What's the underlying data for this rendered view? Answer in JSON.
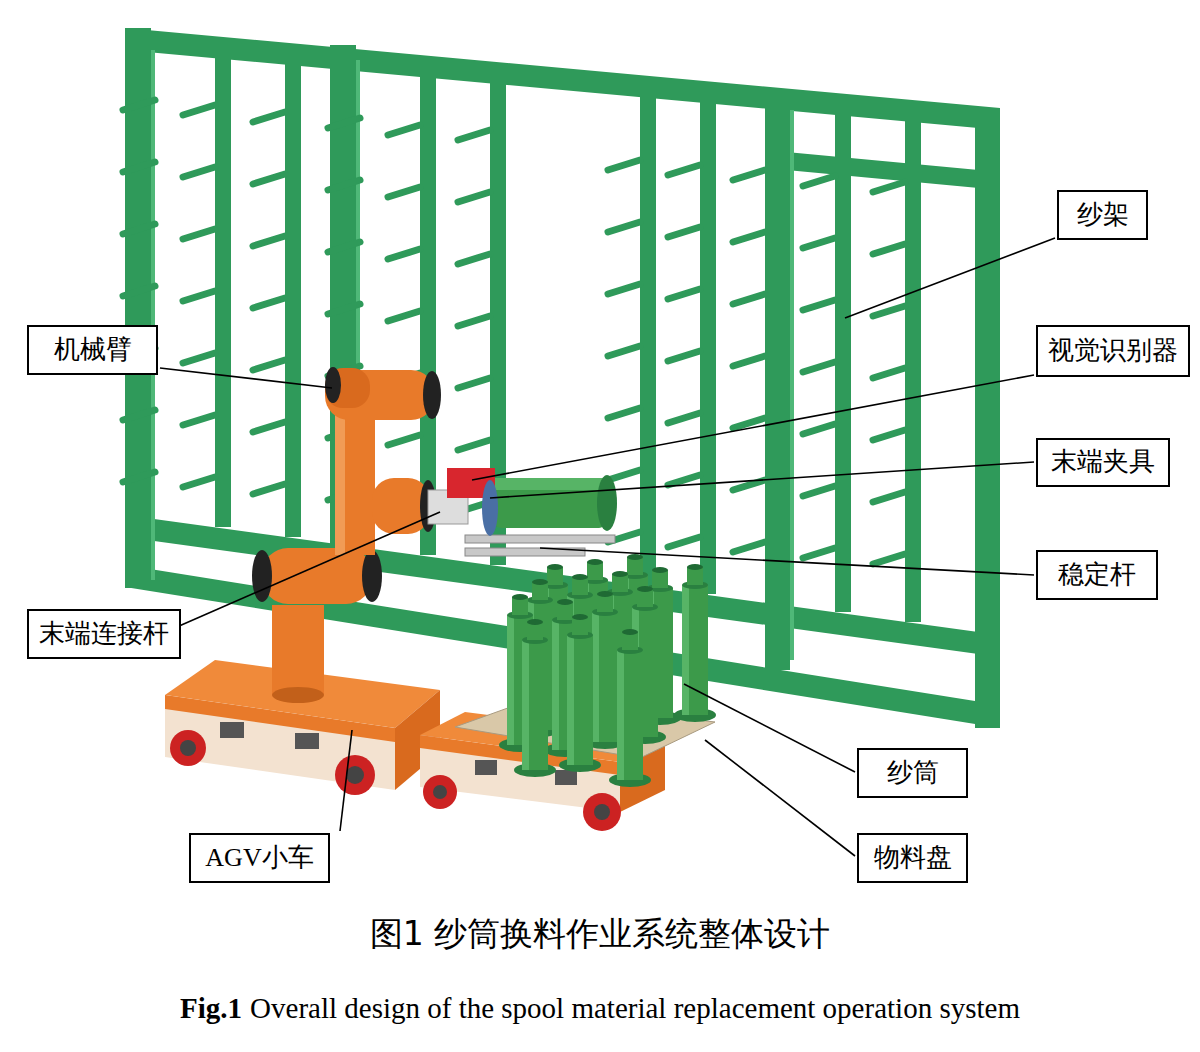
{
  "diagram": {
    "caption": "图1 纱筒换料作业系统整体设计",
    "nodes": [
      {
        "text": [
          "纱架"
        ]
      },
      {
        "text": [
          "机械臂"
        ]
      },
      {
        "text": [
          "视觉识别器"
        ]
      },
      {
        "text": [
          "末端夹具"
        ]
      },
      {
        "text": [
          "稳定杆"
        ]
      },
      {
        "text": [
          "末端连接杆"
        ]
      },
      {
        "text": [
          "纱筒"
        ]
      },
      {
        "text": [
          "AGV小车"
        ]
      },
      {
        "text": [
          "物料盘"
        ]
      }
    ],
    "edges": [],
    "labels": [
      "Fig.1",
      "Overall design of the spool material replacement operation system"
    ]
  }
}
